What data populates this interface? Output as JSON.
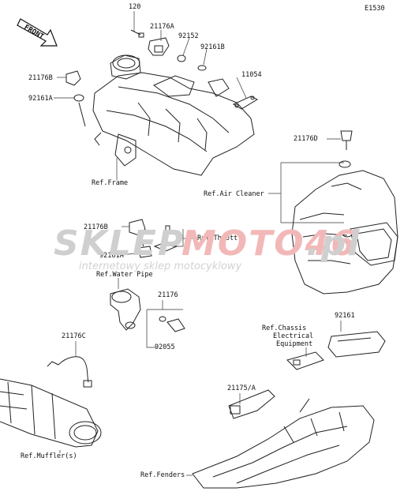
{
  "diagram_code": "E1530",
  "front_label": "FRONT",
  "watermark": {
    "brand_a": "SKLEP",
    "brand_b": "MOTO46",
    "brand_c": ".pl",
    "tagline": "internetowy sklep motocyklowy"
  },
  "parts": {
    "p120": "120",
    "p21176A": "21176A",
    "p92152": "92152",
    "p92161B": "92161B",
    "p11054": "11054",
    "p21176B_top": "21176B",
    "p92161A_top": "92161A",
    "p21176D": "21176D",
    "p21176B_mid": "21176B",
    "p92161A_mid": "92161A",
    "p21176": "21176",
    "p92055": "92055",
    "p21176C": "21176C",
    "p92161": "92161",
    "p21175A": "21175/A"
  },
  "refs": {
    "frame": "Ref.Frame",
    "air_cleaner": "Ref.Air Cleaner",
    "throttle": "Ref.Throttle",
    "water_pipe": "Ref.Water Pipe",
    "chassis_l1": "Ref.Chassis",
    "chassis_l2": "Electrical",
    "chassis_l3": "Equipment",
    "muffler": "Ref.Muffler(s)",
    "fenders": "Ref.Fenders"
  }
}
